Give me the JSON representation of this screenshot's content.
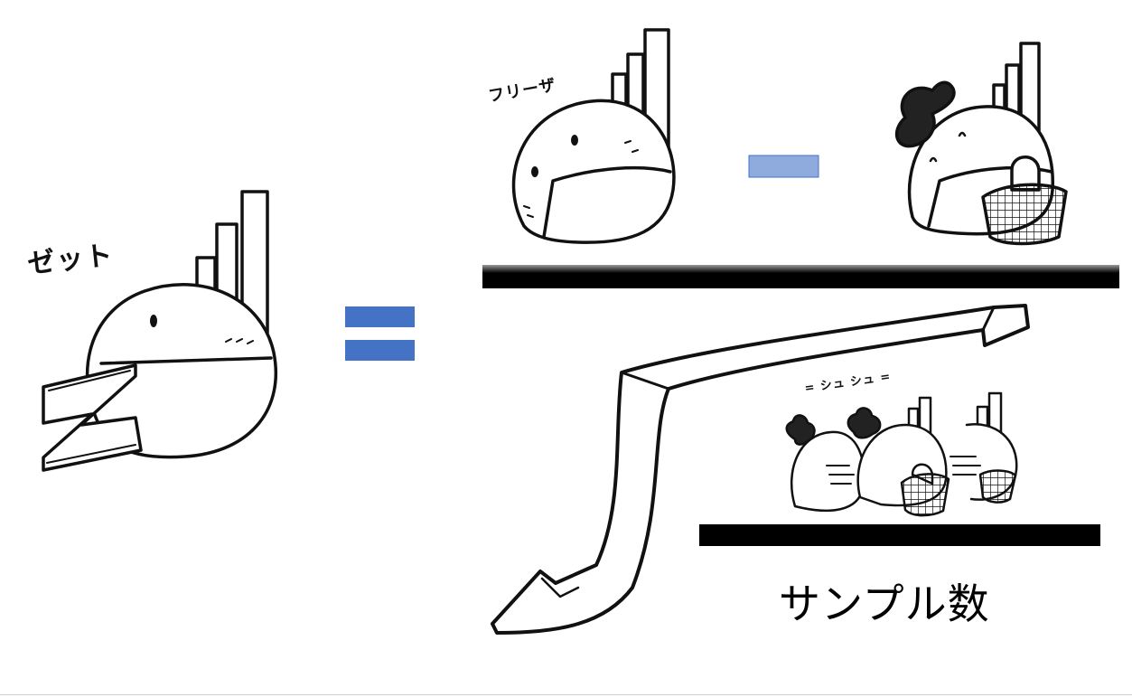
{
  "labels": {
    "z_name": "ゼット",
    "frieza_name": "フリーザ",
    "swoosh": "= シュ シュ =",
    "denominator": "サンプル数"
  },
  "colors": {
    "equals": "#4472c4",
    "minus": "#8faadc",
    "fraction_bar": "#000000"
  }
}
